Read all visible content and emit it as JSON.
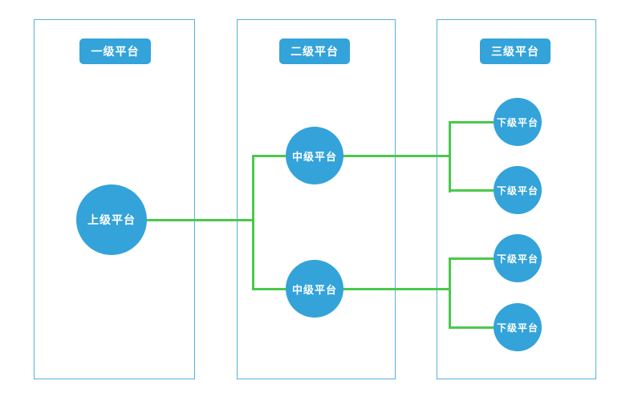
{
  "diagram": {
    "column_headers": [
      "一级平台",
      "二级平台",
      "三级平台"
    ],
    "nodes": {
      "root": {
        "label": "上级平台"
      },
      "mid_top": {
        "label": "中级平台"
      },
      "mid_bottom": {
        "label": "中级平台"
      },
      "leaf_1": {
        "label": "下级平台"
      },
      "leaf_2": {
        "label": "下级平台"
      },
      "leaf_3": {
        "label": "下级平台"
      },
      "leaf_4": {
        "label": "下级平台"
      }
    },
    "colors": {
      "node_fill": "#33a3da",
      "node_text": "#ffffff",
      "column_border": "#55b2dd",
      "connector": "#4bc84b",
      "background": "#ffffff"
    }
  }
}
